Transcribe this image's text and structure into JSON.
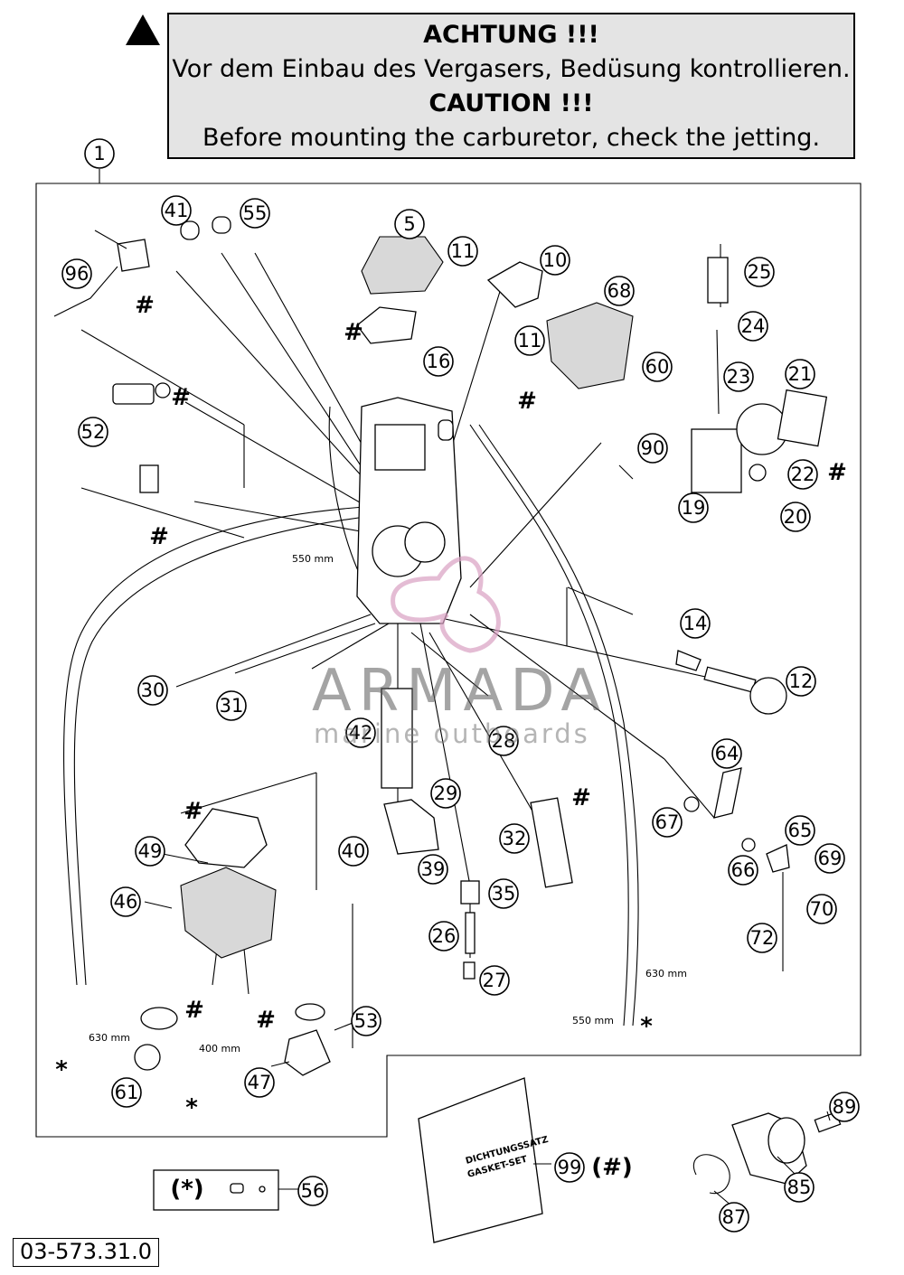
{
  "warning": {
    "title_de": "ACHTUNG !!!",
    "text_de": "Vor dem Einbau des Vergasers, Bedüsung kontrollieren.",
    "title_en": "CAUTION !!!",
    "text_en": "Before mounting the carburetor, check the jetting."
  },
  "parts": {
    "p1": "1",
    "p5": "5",
    "p10": "10",
    "p11a": "11",
    "p11b": "11",
    "p12": "12",
    "p14": "14",
    "p16": "16",
    "p19": "19",
    "p20": "20",
    "p21": "21",
    "p22": "22",
    "p23": "23",
    "p24": "24",
    "p25": "25",
    "p26": "26",
    "p27": "27",
    "p28": "28",
    "p29": "29",
    "p30": "30",
    "p31": "31",
    "p32": "32",
    "p35": "35",
    "p39": "39",
    "p40": "40",
    "p41": "41",
    "p42": "42",
    "p46": "46",
    "p47": "47",
    "p49": "49",
    "p52": "52",
    "p53": "53",
    "p55": "55",
    "p56": "56",
    "p60": "60",
    "p61": "61",
    "p64": "64",
    "p65": "65",
    "p66": "66",
    "p67": "67",
    "p68": "68",
    "p69": "69",
    "p70": "70",
    "p72": "72",
    "p85": "85",
    "p87": "87",
    "p89": "89",
    "p90": "90",
    "p96": "96",
    "p99": "99"
  },
  "markers": {
    "hash": "#",
    "star": "*",
    "star_paren": "(*)",
    "hash_paren": "(#)"
  },
  "lengths": {
    "l550a": "550 mm",
    "l550b": "550 mm",
    "l630a": "630 mm",
    "l630b": "630 mm",
    "l400": "400 mm"
  },
  "gasket_kit": {
    "line1": "DICHTUNGSSATZ",
    "line2": "GASKET-SET"
  },
  "watermark": {
    "brand": "ARMADA",
    "tagline": "marine outboards"
  },
  "reference": "03-573.31.0",
  "colors": {
    "warning_bg": "#e4e4e4",
    "watermark_pink": "#d9a0c2",
    "line": "#000000"
  }
}
